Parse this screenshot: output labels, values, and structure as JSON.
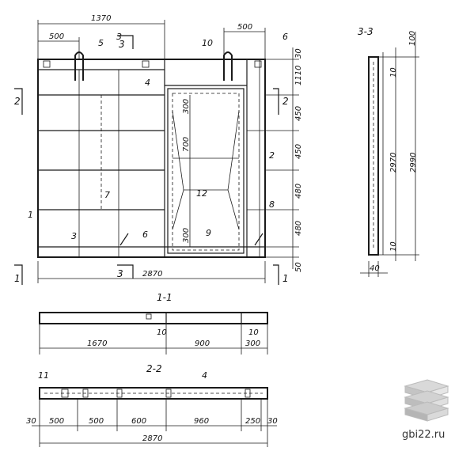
{
  "elevation": {
    "dims_top": [
      "1370",
      "500",
      "500"
    ],
    "dims_right": [
      "30",
      "1110",
      "450",
      "450",
      "480",
      "480",
      "50"
    ],
    "dims_inner": [
      "300",
      "700",
      "300"
    ],
    "dim_bottom": "2870",
    "callouts": [
      "5",
      "3",
      "10",
      "6",
      "4",
      "2",
      "7",
      "12",
      "1",
      "3",
      "6",
      "9",
      "8"
    ],
    "section_marks": [
      "2",
      "2",
      "3",
      "3",
      "1",
      "1"
    ]
  },
  "section33": {
    "title": "3-3",
    "dims": [
      "100",
      "10",
      "2970",
      "2990",
      "10",
      "40"
    ]
  },
  "section11": {
    "title": "1-1",
    "dims": [
      "1670",
      "10",
      "900",
      "10",
      "300"
    ]
  },
  "section22": {
    "title": "2-2",
    "callouts": [
      "11",
      "4"
    ],
    "dims": [
      "30",
      "500",
      "500",
      "600",
      "960",
      "250",
      "30",
      "2870"
    ]
  },
  "watermark": {
    "text": "gbi22.ru"
  }
}
